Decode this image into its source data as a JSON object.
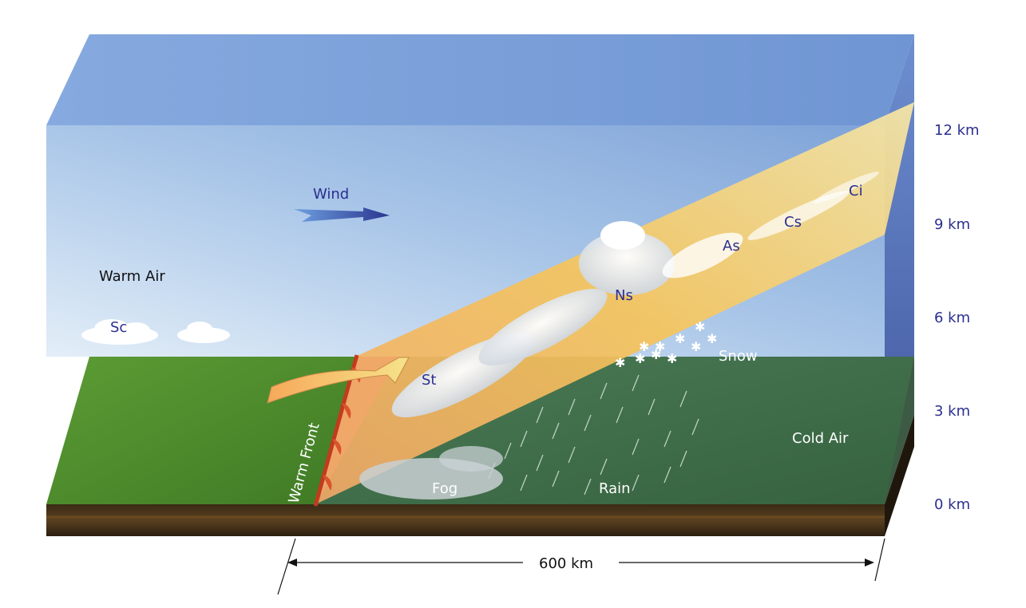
{
  "labels": {
    "wind": "Wind",
    "warm_air": "Warm Air",
    "sc": "Sc",
    "st": "St",
    "ns": "Ns",
    "as": "As",
    "cs": "Cs",
    "ci": "Ci",
    "snow": "Snow",
    "rain": "Rain",
    "fog": "Fog",
    "cold_air": "Cold Air",
    "warm_front": "Warm Front"
  },
  "altitudes": [
    "12 km",
    "9 km",
    "6 km",
    "3 km",
    "0 km"
  ],
  "distance": "600 km",
  "colors": {
    "sky_top": "#7aa0d6",
    "sky_bottom": "#d9e8f5",
    "grass": "#4e8a2c",
    "cold_ground": "#3f6a4a",
    "front_band": "#f4b25a",
    "front_line": "#c23b1e",
    "label_blue": "#2b2f8f"
  }
}
